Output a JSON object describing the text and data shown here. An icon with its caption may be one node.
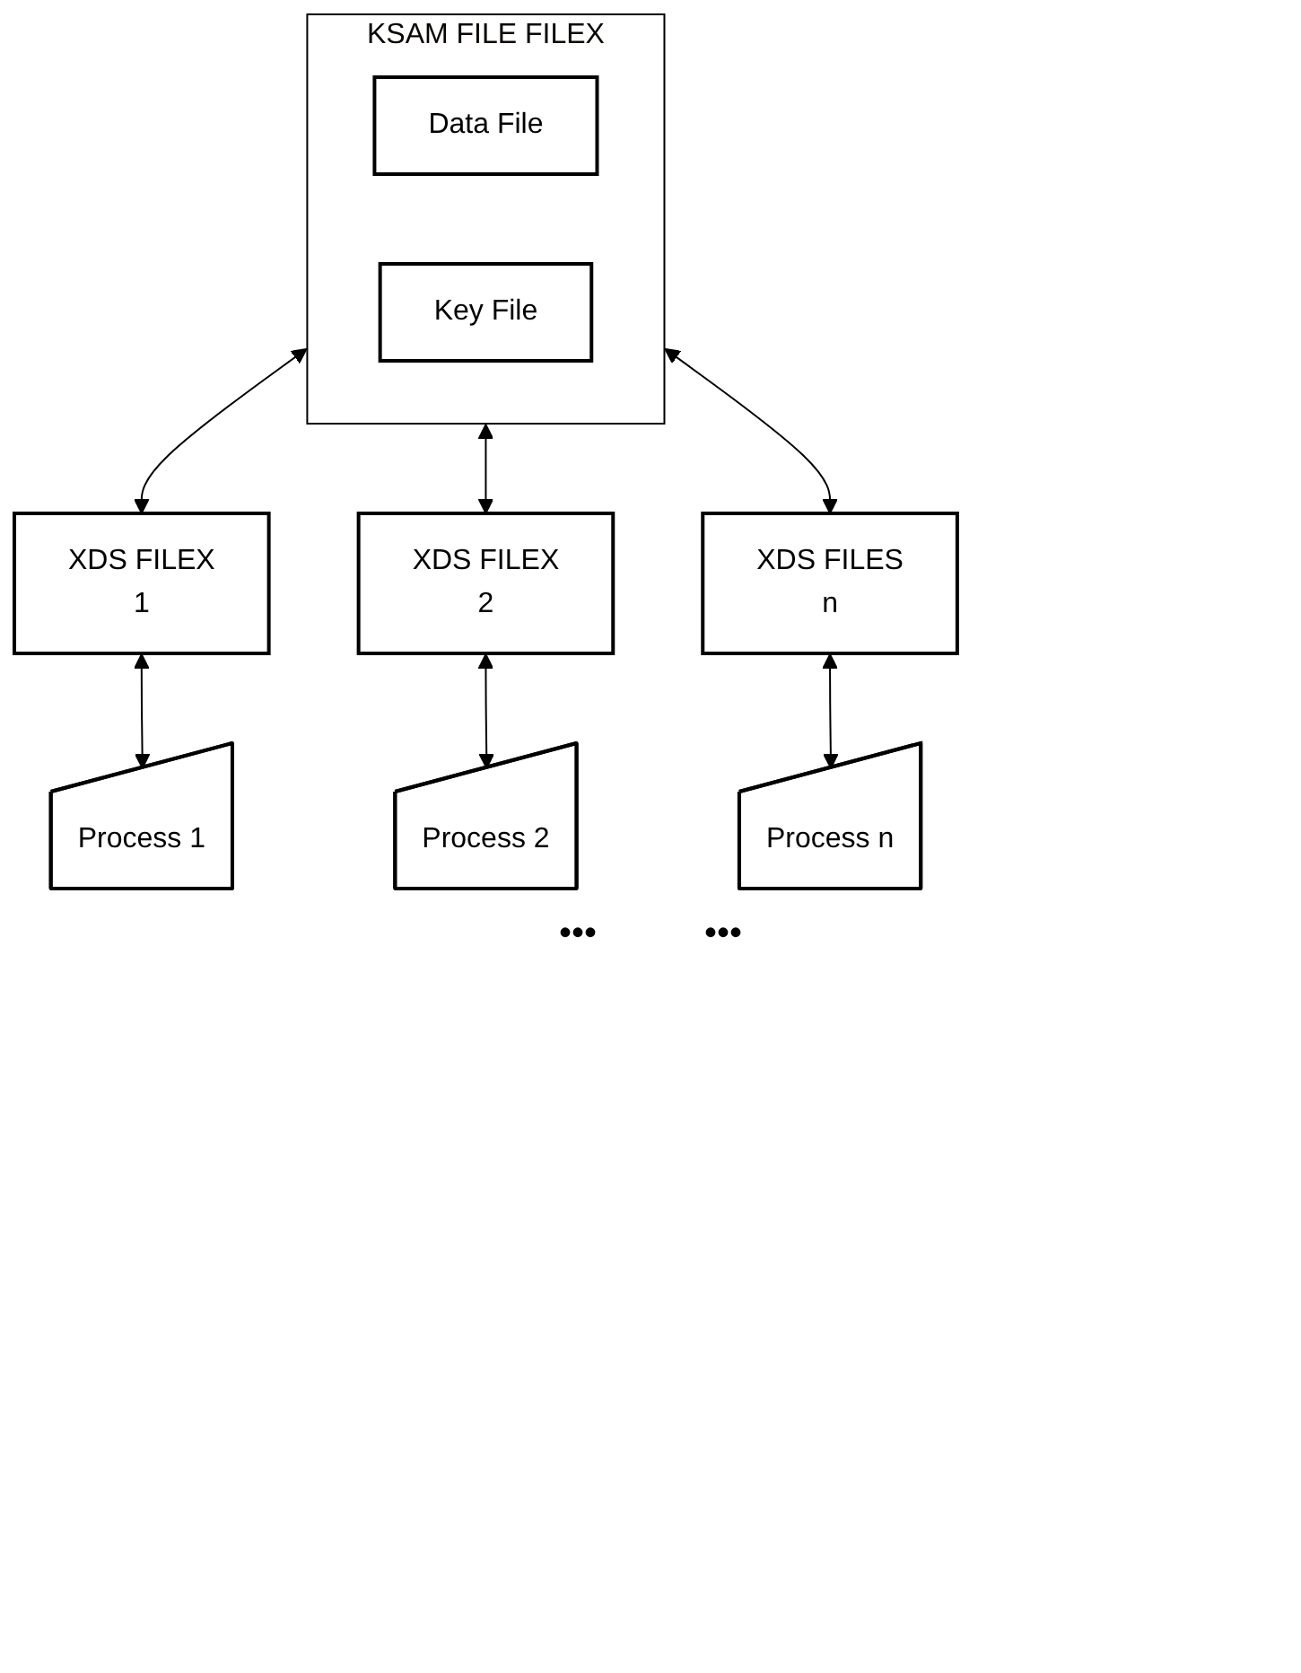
{
  "diagram": {
    "nodes": [
      {
        "text": [
          "KSAM FILE FILEX"
        ]
      },
      {
        "text": [
          "Data File"
        ],
        "in": 0
      },
      {
        "text": [
          "Key File"
        ],
        "in": 0
      },
      {
        "text": [
          "XDS FILEX",
          "1"
        ]
      },
      {
        "text": [
          "XDS FILEX",
          "2"
        ]
      },
      {
        "text": [
          "XDS FILES",
          "n"
        ]
      },
      {
        "text": [
          "Process 1"
        ]
      },
      {
        "text": [
          "Process 2"
        ]
      },
      {
        "text": [
          "Process n"
        ]
      }
    ],
    "edges": [
      {
        "from": 0,
        "to": 3,
        "arrow": "both"
      },
      {
        "from": 0,
        "to": 4,
        "arrow": "both"
      },
      {
        "from": 0,
        "to": 5,
        "arrow": "both"
      },
      {
        "from": 3,
        "to": 6,
        "arrow": "both"
      },
      {
        "from": 4,
        "to": 7,
        "arrow": "both"
      },
      {
        "from": 5,
        "to": 8,
        "arrow": "both"
      }
    ],
    "labels": [
      "•••",
      "•••"
    ]
  }
}
